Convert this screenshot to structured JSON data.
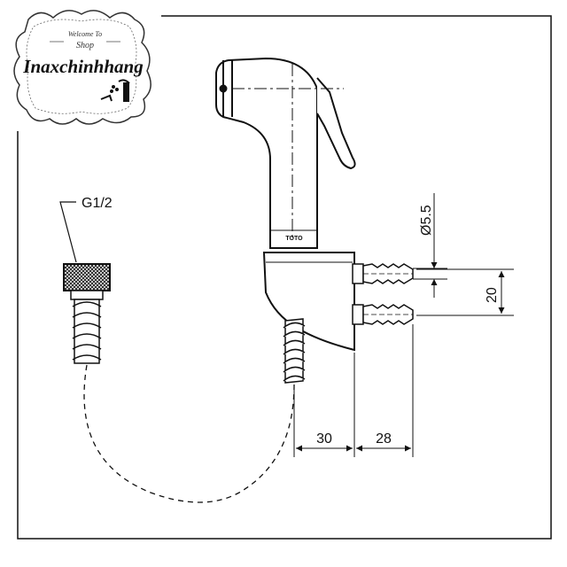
{
  "logo": {
    "welcome": "Welcome To",
    "shop": "Shop",
    "brand": "Inaxchinhhang"
  },
  "drawing": {
    "thread_label": "G1/2",
    "hole_diameter_label": "Ø5.5",
    "screw_spacing_label": "20",
    "depth_label_left": "30",
    "depth_label_right": "28",
    "head_marking": "TOTO"
  },
  "colors": {
    "line": "#111111",
    "background": "#ffffff"
  }
}
